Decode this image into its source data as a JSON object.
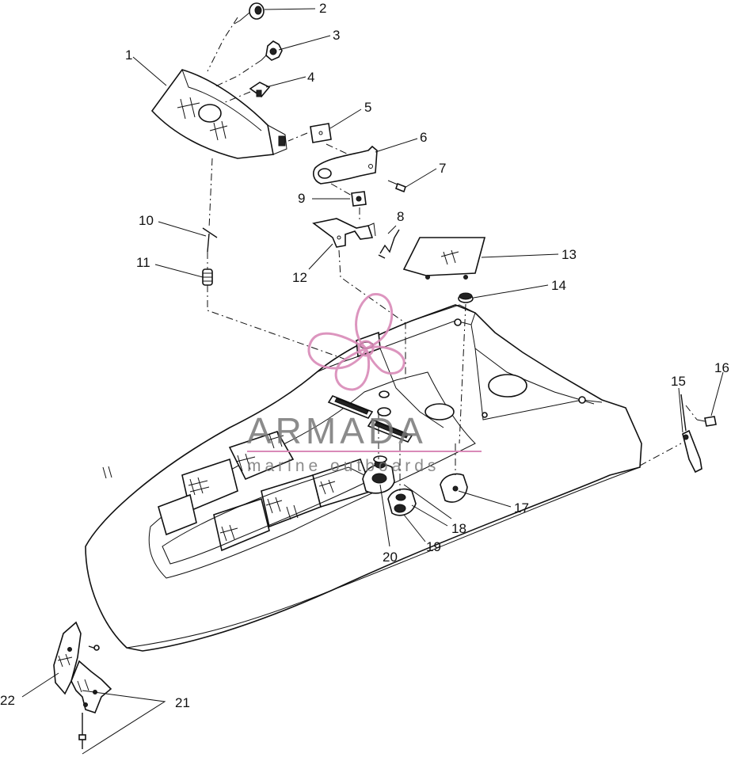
{
  "watermark": {
    "brand": "ARMADA",
    "tagline": "marine outboards",
    "logo_color": "#d98ab8",
    "text_color": "#777777"
  },
  "callouts": [
    "1",
    "2",
    "3",
    "4",
    "5",
    "6",
    "7",
    "8",
    "9",
    "10",
    "11",
    "12",
    "13",
    "14",
    "15",
    "16",
    "17",
    "18",
    "19",
    "20",
    "21",
    "22"
  ]
}
